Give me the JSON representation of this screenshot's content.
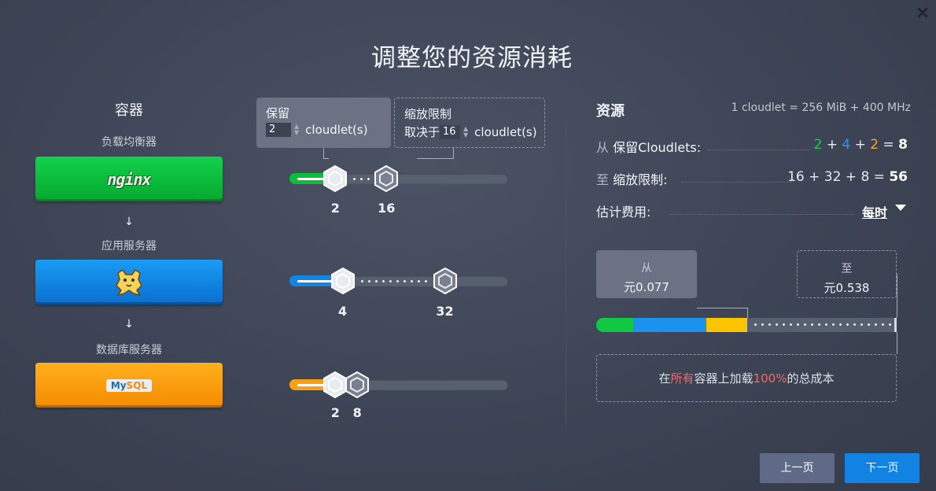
{
  "dialog": {
    "title": "调整您的资源消耗",
    "close_icon": "×"
  },
  "containers": {
    "heading": "容器",
    "arrow": "↓",
    "tiers": [
      {
        "label": "负载均衡器",
        "logo_text": "nginx",
        "color": "#0bbf3c",
        "reserved": 2,
        "scaling": 16
      },
      {
        "label": "应用服务器",
        "logo_icon": "tomcat-icon",
        "color": "#1285e3",
        "reserved": 4,
        "scaling": 32
      },
      {
        "label": "数据库服务器",
        "logo_text_a": "My",
        "logo_text_b": "SQL",
        "color": "#f9a014",
        "reserved": 2,
        "scaling": 8
      }
    ]
  },
  "slider_scale_max": 42,
  "reserved": {
    "label": "保留",
    "value": "2",
    "unit": "cloudlet(s)"
  },
  "scaling": {
    "label": "缩放限制",
    "prefix": "取决于",
    "value": "16",
    "unit": "cloudlet(s)"
  },
  "resources": {
    "title": "资源",
    "unit_info": "1 cloudlet = 256 MiB + 400 MHz",
    "reserved_row": {
      "prefix": "从",
      "label": "保留Cloudlets:",
      "a": "2",
      "plus1": " + ",
      "b": "4",
      "plus2": " + ",
      "c": "2",
      "eq": " = ",
      "total": "8"
    },
    "scaling_row": {
      "prefix": "至",
      "label": "缩放限制:",
      "expr": "16 + 32 + 8 = ",
      "total": "56"
    },
    "cost_row": {
      "label": "估计费用:",
      "period": "每时"
    }
  },
  "cost": {
    "from_label": "从",
    "from_value": "元0.077",
    "to_label": "至",
    "to_value": "元0.538",
    "note_a": "在",
    "note_b": "所有",
    "note_c": "容器上加载",
    "note_d": "100%",
    "note_e": "的总成本"
  },
  "buttons": {
    "prev": "上一页",
    "next": "下一页"
  }
}
